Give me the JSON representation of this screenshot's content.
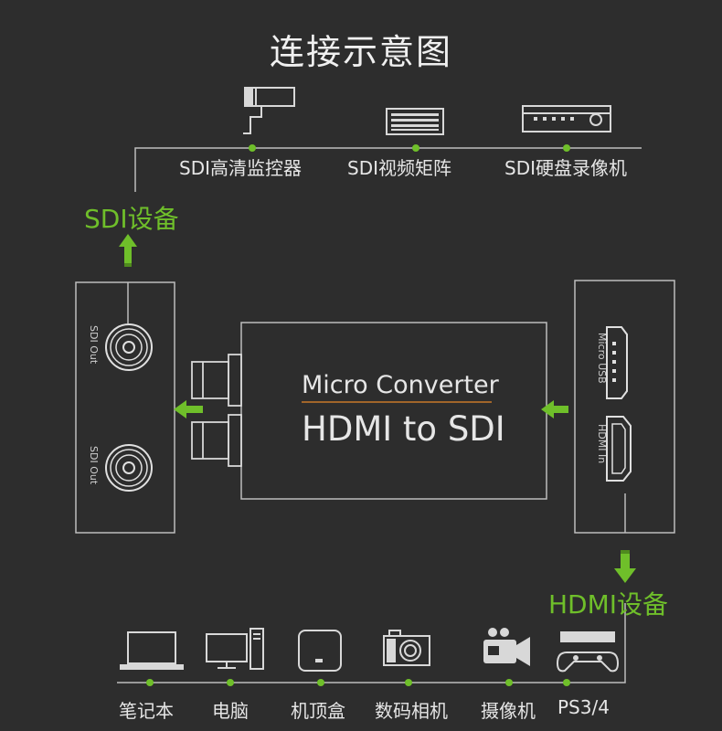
{
  "title": "连接示意图",
  "sdi_devices": {
    "group_label": "SDI设备",
    "items": [
      {
        "label": "SDI高清监控器",
        "icon": "security-camera-icon"
      },
      {
        "label": "SDI视频矩阵",
        "icon": "video-matrix-icon"
      },
      {
        "label": "SDI硬盘录像机",
        "icon": "dvr-icon"
      }
    ]
  },
  "converter": {
    "line1": "Micro Converter",
    "line2": "HDMI to SDI"
  },
  "left_panel": {
    "port1": "SDI Out",
    "port2": "SDI Out"
  },
  "right_panel": {
    "port1": "Micro USB",
    "port2": "HDMI In"
  },
  "hdmi_devices": {
    "group_label": "HDMI设备",
    "items": [
      {
        "label": "笔记本",
        "icon": "laptop-icon"
      },
      {
        "label": "电脑",
        "icon": "desktop-computer-icon"
      },
      {
        "label": "机顶盒",
        "icon": "set-top-box-icon"
      },
      {
        "label": "数码相机",
        "icon": "camera-icon"
      },
      {
        "label": "摄像机",
        "icon": "camcorder-icon"
      },
      {
        "label": "PS3/4",
        "icon": "game-console-icon"
      }
    ]
  },
  "colors": {
    "background": "#2d2d2d",
    "accent_green": "#6fbf2a",
    "line": "#bdbdbd",
    "orange_underline": "#c8782a"
  }
}
